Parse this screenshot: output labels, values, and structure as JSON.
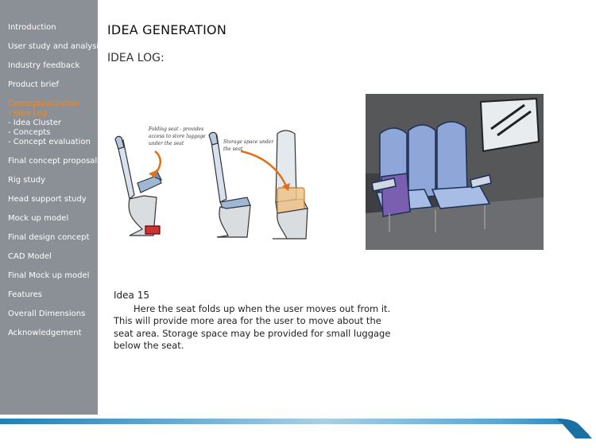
{
  "sidebar": {
    "items": [
      {
        "label": "Introduction"
      },
      {
        "label": "User study and analysis"
      },
      {
        "label": "Industry feedback"
      },
      {
        "label": "Product brief"
      },
      {
        "label": "Conceptualization",
        "active": true
      },
      {
        "label": "Final concept proposal"
      },
      {
        "label": "Rig study"
      },
      {
        "label": "Head support study"
      },
      {
        "label": "Mock up model"
      },
      {
        "label": "Final design concept"
      },
      {
        "label": "CAD Model"
      },
      {
        "label": "Final Mock up model"
      },
      {
        "label": "Features"
      },
      {
        "label": "Overall Dimensions"
      },
      {
        "label": "Acknowledgement"
      }
    ],
    "subitems": [
      {
        "label": "- Idea Log",
        "active": true
      },
      {
        "label": "- Idea Cluster"
      },
      {
        "label": "- Concepts"
      },
      {
        "label": "- Concept evaluation"
      }
    ]
  },
  "page": {
    "title": "IDEA GENERATION",
    "subtitle": "IDEA LOG:"
  },
  "sketch": {
    "callout_1": [
      "Folding seat - provides",
      "access to store luggage",
      "under the seat"
    ],
    "callout_2": [
      "Storage space under",
      "the seat"
    ]
  },
  "idea": {
    "title": "Idea  15",
    "body": "Here the seat folds up when the user moves out from it. This will provide more area for the user to move about the seat area. Storage space may be provided for small luggage below the seat."
  },
  "colors": {
    "sidebar_bg": "#8a9096",
    "active_nav": "#f0892a",
    "footer_blue": "#1e80b8"
  }
}
